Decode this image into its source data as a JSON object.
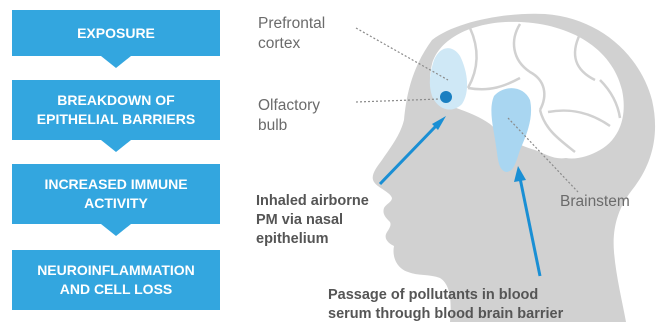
{
  "flowchart": {
    "steps": [
      {
        "label": "EXPOSURE"
      },
      {
        "label": "BREAKDOWN OF\nEPITHELIAL BARRIERS"
      },
      {
        "label": "INCREASED IMMUNE\nACTIVITY"
      },
      {
        "label": "NEUROINFLAMMATION\nAND CELL LOSS"
      }
    ]
  },
  "head_diagram": {
    "labels": {
      "prefrontal_cortex": "Prefrontal\ncortex",
      "olfactory_bulb": "Olfactory\nbulb",
      "brainstem": "Brainstem"
    },
    "annotations": {
      "inhaled": "Inhaled airborne\nPM via nasal\nepithelium",
      "passage": "Passage of pollutants in blood\nserum through blood brain barrier"
    }
  },
  "colors": {
    "accent_blue": "#33a6df",
    "head_gray": "#d1d1d1",
    "brain_light_blue": "#cfe8f6"
  }
}
